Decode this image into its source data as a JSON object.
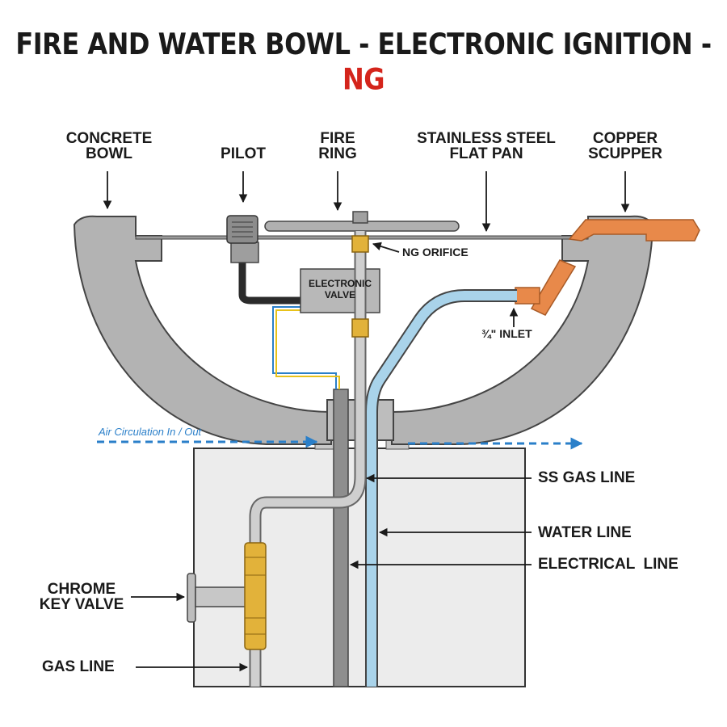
{
  "title": {
    "main": "FIRE AND WATER BOWL - ELECTRONIC IGNITION - ",
    "accent": "NG"
  },
  "colors": {
    "accent": "#d4241b",
    "concrete": "#b3b3b3",
    "water": "#a9d3ea",
    "copper": "#e8894a",
    "brass": "#e2b23a",
    "air_arrow": "#2a7fc9"
  },
  "labels": {
    "concrete_bowl_1": "CONCRETE",
    "concrete_bowl_2": "BOWL",
    "pilot": "PILOT",
    "fire_ring_1": "FIRE",
    "fire_ring_2": "RING",
    "flat_pan_1": "STAINLESS STEEL",
    "flat_pan_2": "FLAT PAN",
    "copper_scupper_1": "COPPER",
    "copper_scupper_2": "SCUPPER",
    "ng_orifice": "NG ORIFICE",
    "electronic_valve_1": "ELECTRONIC",
    "electronic_valve_2": "VALVE",
    "inlet": "¾\" INLET",
    "air_circulation": "Air Circulation In / Out",
    "ss_gas_line": "SS GAS LINE",
    "water_line": "WATER LINE",
    "electrical_line": "ELECTRICAL  LINE",
    "chrome_key_valve_1": "CHROME",
    "chrome_key_valve_2": "KEY VALVE",
    "gas_line": "GAS LINE"
  }
}
